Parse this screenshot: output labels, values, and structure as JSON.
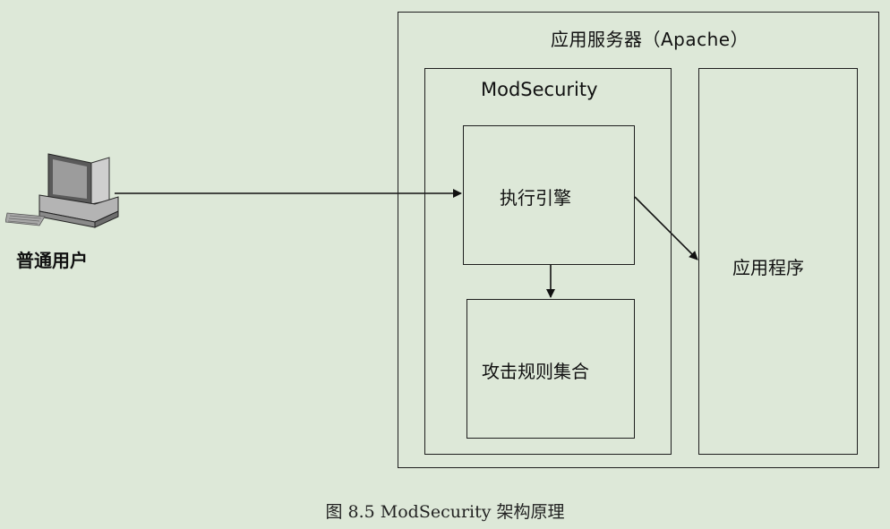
{
  "diagram": {
    "apache_title": "应用服务器（Apache）",
    "modsecurity_title": "ModSecurity",
    "engine_label": "执行引擎",
    "rules_label": "攻击规则集合",
    "application_label": "应用程序",
    "user_label": "普通用户",
    "computer_icon": "computer-icon"
  },
  "caption": "图 8.5    ModSecurity 架构原理"
}
